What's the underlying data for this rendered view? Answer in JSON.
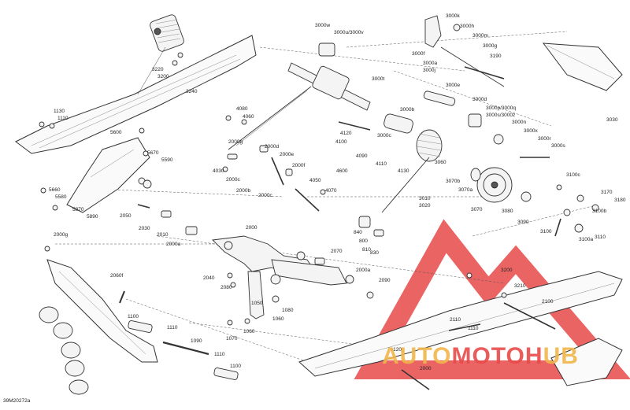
{
  "diagram": {
    "drawing_code": "39M20272a",
    "watermark": {
      "word": "AUTOMOTOHUB",
      "colors": {
        "red": "#e84a4a",
        "gold": "#f2b64a"
      }
    },
    "labels": [
      "3000w",
      "3000u/3000v",
      "3000t",
      "3000k",
      "3000h",
      "3000m",
      "3000g",
      "3000f",
      "3000a",
      "3000j",
      "3190",
      "3000e",
      "3000d",
      "3000p/3000q",
      "3000s/3000z",
      "3000n",
      "3000x",
      "3000r",
      "3000s",
      "3030",
      "3000b",
      "3000c",
      "3060",
      "3070b",
      "3070a",
      "3010",
      "3020",
      "3070",
      "3080",
      "3090",
      "3100c",
      "3170",
      "3180",
      "3100b",
      "3100",
      "3110",
      "3100a",
      "3220",
      "3200",
      "3240",
      "1130",
      "1110",
      "5600",
      "5670",
      "5590",
      "5660",
      "5580",
      "5870",
      "5890",
      "2000g",
      "2060f",
      "4080",
      "4060",
      "2000g",
      "2000d",
      "2000e",
      "2000f",
      "4120",
      "4100",
      "4090",
      "4110",
      "4130",
      "4600",
      "4050",
      "4070",
      "4030",
      "2000c",
      "2000b",
      "2000c",
      "2050",
      "2030",
      "2010",
      "2000a",
      "2000",
      "840",
      "800",
      "810",
      "830",
      "2070",
      "2040",
      "2080",
      "2000a",
      "2090",
      "1050",
      "1080",
      "1060",
      "1070",
      "1060",
      "1100",
      "1110",
      "1090",
      "1110",
      "1100",
      "3200",
      "3210",
      "2100",
      "2110",
      "1110",
      "1120",
      "2000"
    ]
  }
}
